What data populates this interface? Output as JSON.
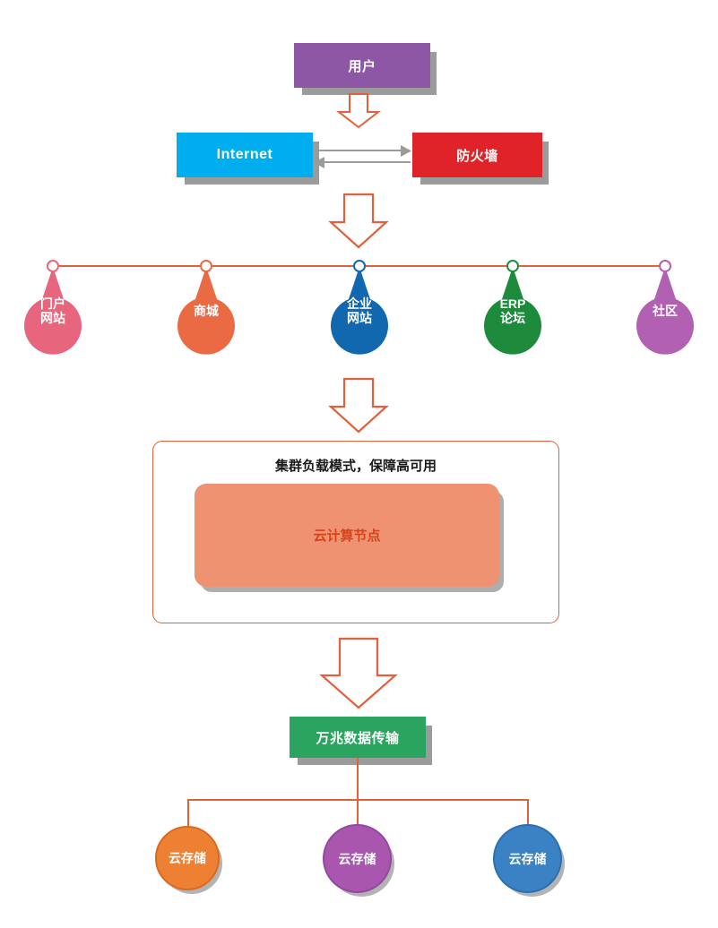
{
  "diagram": {
    "title_text": "",
    "colors": {
      "accent_line": "#E2603C",
      "user": "#8D57A6",
      "internet": "#00AEEF",
      "firewall": "#E02329",
      "transfer": "#2BA45F",
      "cloud_inner_fill": "#EE9272",
      "cloud_inner_text": "#D6441A",
      "shadow": "#9B9B9B"
    }
  },
  "user_box": {
    "label": "用户"
  },
  "network_row": {
    "internet": {
      "label": "Internet"
    },
    "firewall": {
      "label": "防火墙"
    },
    "arrow_right_name": "arrow-internet-to-firewall",
    "arrow_left_name": "arrow-firewall-to-internet"
  },
  "site_pins": [
    {
      "label": "门户\n网站",
      "color": "#E8657E",
      "lines": 2
    },
    {
      "label": "商城",
      "color": "#EA6A43",
      "lines": 1
    },
    {
      "label": "企业\n网站",
      "color": "#1168AE",
      "lines": 2
    },
    {
      "label": "ERP\n论坛",
      "color": "#1E8B3C",
      "lines": 2
    },
    {
      "label": "社区",
      "color": "#B260B2",
      "lines": 1
    }
  ],
  "cloud_group": {
    "title": "集群负载模式，保障高可用",
    "node_label": "云计算节点"
  },
  "transfer_box": {
    "label": "万兆数据传输"
  },
  "storage_nodes": [
    {
      "label": "云存储",
      "fill": "#EE8033",
      "stroke": "#D96A20"
    },
    {
      "label": "云存储",
      "fill": "#A957AE",
      "stroke": "#9446A0"
    },
    {
      "label": "云存储",
      "fill": "#3B82C4",
      "stroke": "#2B6FAE"
    }
  ],
  "arrows": [
    {
      "name": "arrow-user-to-network"
    },
    {
      "name": "arrow-network-to-sites"
    },
    {
      "name": "arrow-sites-to-cloud"
    },
    {
      "name": "arrow-cloud-to-transfer"
    }
  ]
}
